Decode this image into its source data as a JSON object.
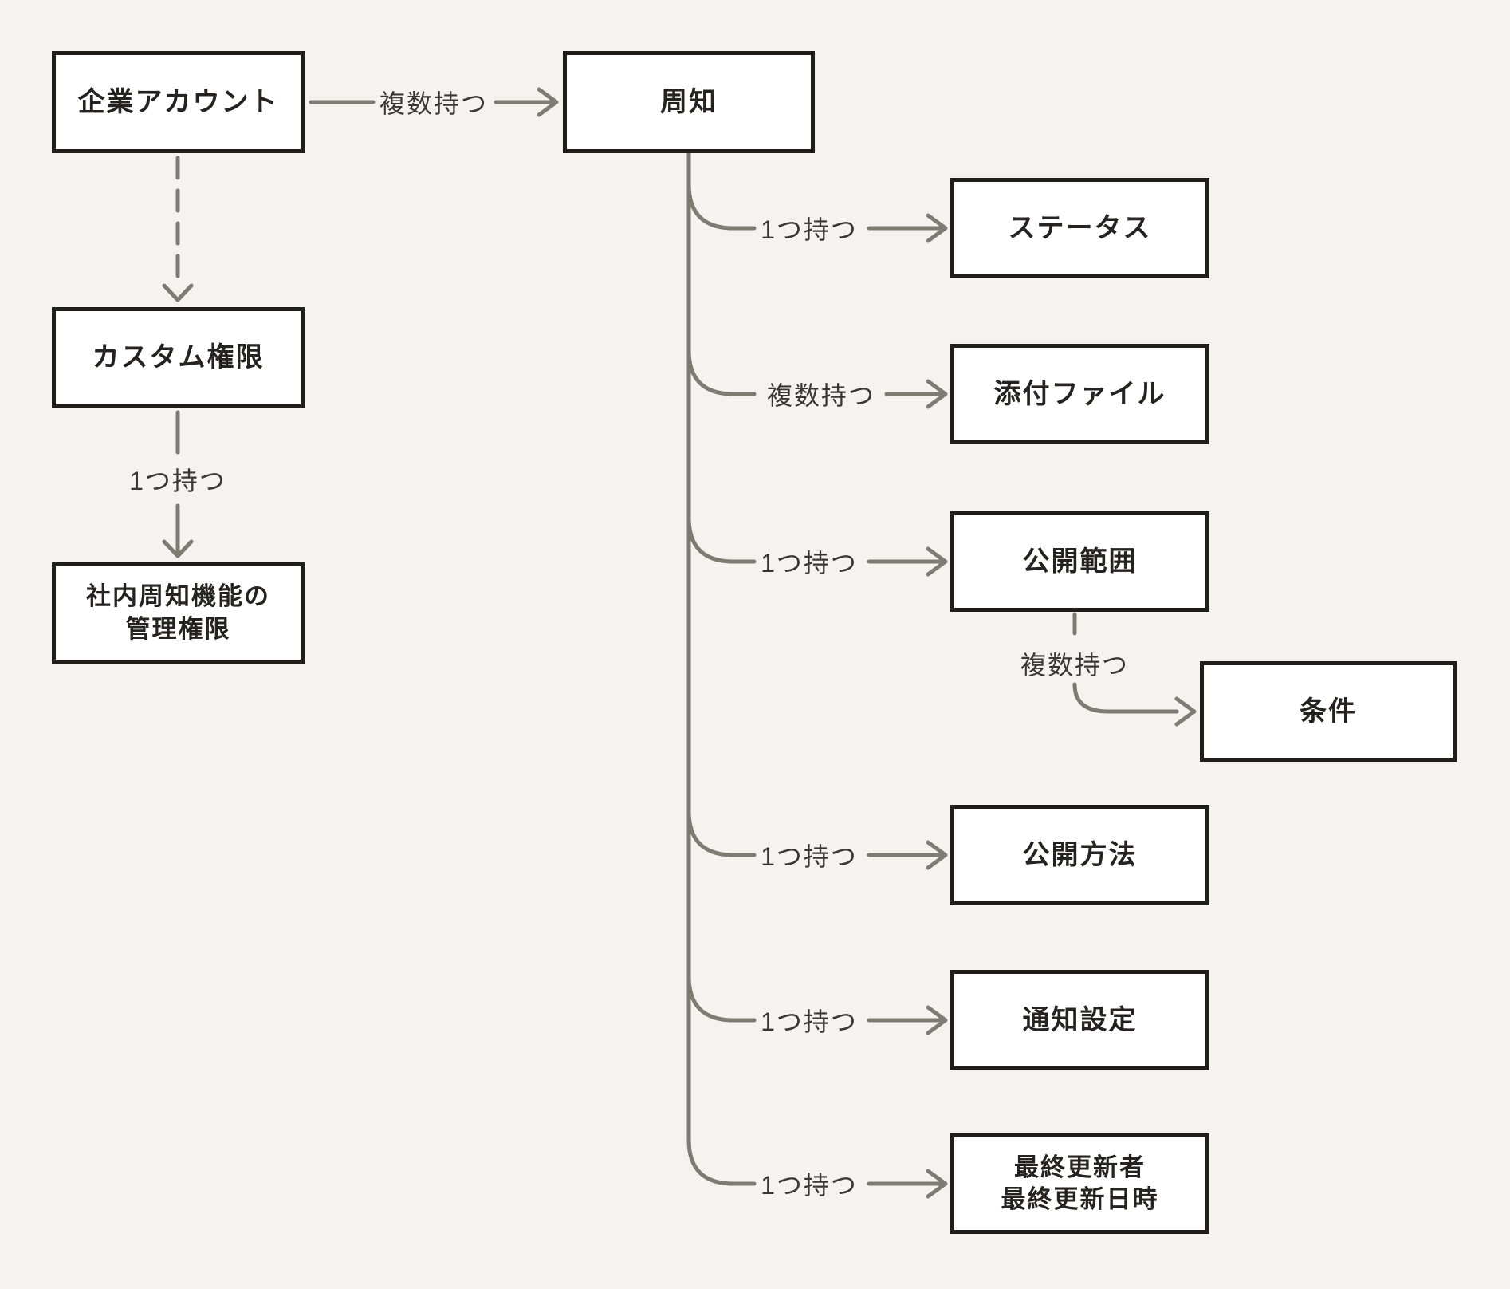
{
  "diagram": {
    "nodes": {
      "corporate_account": {
        "label": "企業アカウント"
      },
      "announcement": {
        "label": "周知"
      },
      "custom_permission": {
        "label": "カスタム権限"
      },
      "internal_admin_permission": {
        "label": "社内周知機能の\n管理権限"
      },
      "status": {
        "label": "ステータス"
      },
      "attachment": {
        "label": "添付ファイル"
      },
      "publish_scope": {
        "label": "公開範囲"
      },
      "condition": {
        "label": "条件"
      },
      "publish_method": {
        "label": "公開方法"
      },
      "notification_setting": {
        "label": "通知設定"
      },
      "last_updated": {
        "label": "最終更新者\n最終更新日時"
      }
    },
    "edges": {
      "corporate_to_announcement": {
        "label": "複数持つ"
      },
      "custom_to_admin_permission": {
        "label": "1つ持つ"
      },
      "announcement_to_status": {
        "label": "1つ持つ"
      },
      "announcement_to_attachment": {
        "label": "複数持つ"
      },
      "announcement_to_scope": {
        "label": "1つ持つ"
      },
      "scope_to_condition": {
        "label": "複数持つ"
      },
      "announcement_to_method": {
        "label": "1つ持つ"
      },
      "announcement_to_notification": {
        "label": "1つ持つ"
      },
      "announcement_to_last_updated": {
        "label": "1つ持つ"
      }
    },
    "colors": {
      "background": "#f4f3f0",
      "node_fill": "#ffffff",
      "node_border": "#211e1a",
      "node_text": "#262220",
      "connector": "#7f7b73",
      "edge_label_text": "#3b3733"
    }
  }
}
